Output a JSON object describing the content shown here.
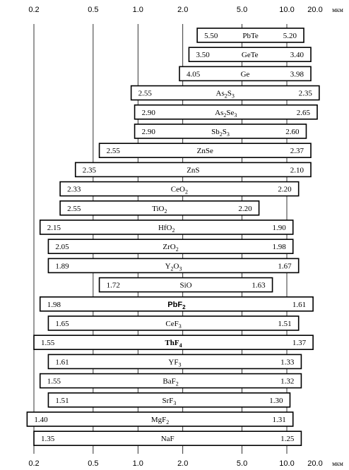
{
  "chart_data": {
    "type": "bar",
    "orientation": "horizontal-range",
    "x_scale": "log",
    "xlim": [
      0.2,
      20.0
    ],
    "x_ticks": [
      {
        "value": 0.2,
        "label": "0.2"
      },
      {
        "value": 0.5,
        "label": "0.5"
      },
      {
        "value": 1.0,
        "label": "1.0"
      },
      {
        "value": 2.0,
        "label": "2.0"
      },
      {
        "value": 5.0,
        "label": "5.0"
      },
      {
        "value": 10.0,
        "label": "10.0"
      },
      {
        "value": 20.0,
        "label": "20.0"
      }
    ],
    "x_unit": "мкм",
    "grid": true,
    "materials": [
      {
        "name": "PbTe",
        "name_sub": "",
        "start": 2.5,
        "end": 13.0,
        "left_label": "5.50",
        "right_label": "5.20",
        "bold": false
      },
      {
        "name": "GeTe",
        "name_sub": "",
        "start": 2.2,
        "end": 14.5,
        "left_label": "3.50",
        "right_label": "3.40",
        "bold": false
      },
      {
        "name": "Ge",
        "name_sub": "",
        "start": 1.9,
        "end": 14.5,
        "left_label": "4.05",
        "right_label": "3.98",
        "bold": false
      },
      {
        "name": "As",
        "name_sub": "2",
        "name_rest": "S",
        "name_sub2": "3",
        "start": 0.9,
        "end": 16.5,
        "left_label": "2.55",
        "right_label": "2.35",
        "bold": false
      },
      {
        "name": "As",
        "name_sub": "2",
        "name_rest": "Se",
        "name_sub2": "3",
        "start": 0.95,
        "end": 16.0,
        "left_label": "2.90",
        "right_label": "2.65",
        "bold": false
      },
      {
        "name": "Sb",
        "name_sub": "2",
        "name_rest": "S",
        "name_sub2": "3",
        "start": 0.95,
        "end": 13.5,
        "left_label": "2.90",
        "right_label": "2.60",
        "bold": false
      },
      {
        "name": "ZnSe",
        "name_sub": "",
        "start": 0.55,
        "end": 14.5,
        "left_label": "2.55",
        "right_label": "2.37",
        "bold": false
      },
      {
        "name": "ZnS",
        "name_sub": "",
        "start": 0.38,
        "end": 14.5,
        "left_label": "2.35",
        "right_label": "2.10",
        "bold": false
      },
      {
        "name": "CeO",
        "name_sub": "2",
        "start": 0.3,
        "end": 12.0,
        "left_label": "2.33",
        "right_label": "2.20",
        "bold": false
      },
      {
        "name": "TiO",
        "name_sub": "2",
        "start": 0.3,
        "end": 6.5,
        "left_label": "2.55",
        "right_label": "2.20",
        "bold": false
      },
      {
        "name": "HfO",
        "name_sub": "2",
        "start": 0.22,
        "end": 11.0,
        "left_label": "2.15",
        "right_label": "1.90",
        "bold": false
      },
      {
        "name": "ZrO",
        "name_sub": "2",
        "start": 0.25,
        "end": 11.0,
        "left_label": "2.05",
        "right_label": "1.98",
        "bold": false
      },
      {
        "name": "Y",
        "name_sub": "2",
        "name_rest": "O",
        "name_sub2": "3",
        "start": 0.25,
        "end": 12.0,
        "left_label": "1.89",
        "right_label": "1.67",
        "bold": false
      },
      {
        "name": "SiO",
        "name_sub": "",
        "start": 0.55,
        "end": 8.0,
        "left_label": "1.72",
        "right_label": "1.63",
        "bold": false
      },
      {
        "name": "PbF",
        "name_sub": "2",
        "start": 0.22,
        "end": 15.0,
        "left_label": "1.98",
        "right_label": "1.61",
        "bold": true
      },
      {
        "name": "CeF",
        "name_sub": "3",
        "start": 0.25,
        "end": 12.0,
        "left_label": "1.65",
        "right_label": "1.51",
        "bold": false
      },
      {
        "name": "ThF",
        "name_sub": "4",
        "start": 0.2,
        "end": 15.0,
        "left_label": "1.55",
        "right_label": "1.37",
        "bold": true
      },
      {
        "name": "YF",
        "name_sub": "3",
        "start": 0.25,
        "end": 12.5,
        "left_label": "1.61",
        "right_label": "1.33",
        "bold": false
      },
      {
        "name": "BaF",
        "name_sub": "2",
        "start": 0.22,
        "end": 12.5,
        "left_label": "1.55",
        "right_label": "1.32",
        "bold": false
      },
      {
        "name": "SrF",
        "name_sub": "3",
        "start": 0.25,
        "end": 10.5,
        "left_label": "1.51",
        "right_label": "1.30",
        "bold": false
      },
      {
        "name": "MgF",
        "name_sub": "2",
        "start": 0.18,
        "end": 11.0,
        "left_label": "1.40",
        "right_label": "1.31",
        "bold": false
      },
      {
        "name": "NaF",
        "name_sub": "",
        "start": 0.2,
        "end": 12.5,
        "left_label": "1.35",
        "right_label": "1.25",
        "bold": false
      }
    ]
  }
}
